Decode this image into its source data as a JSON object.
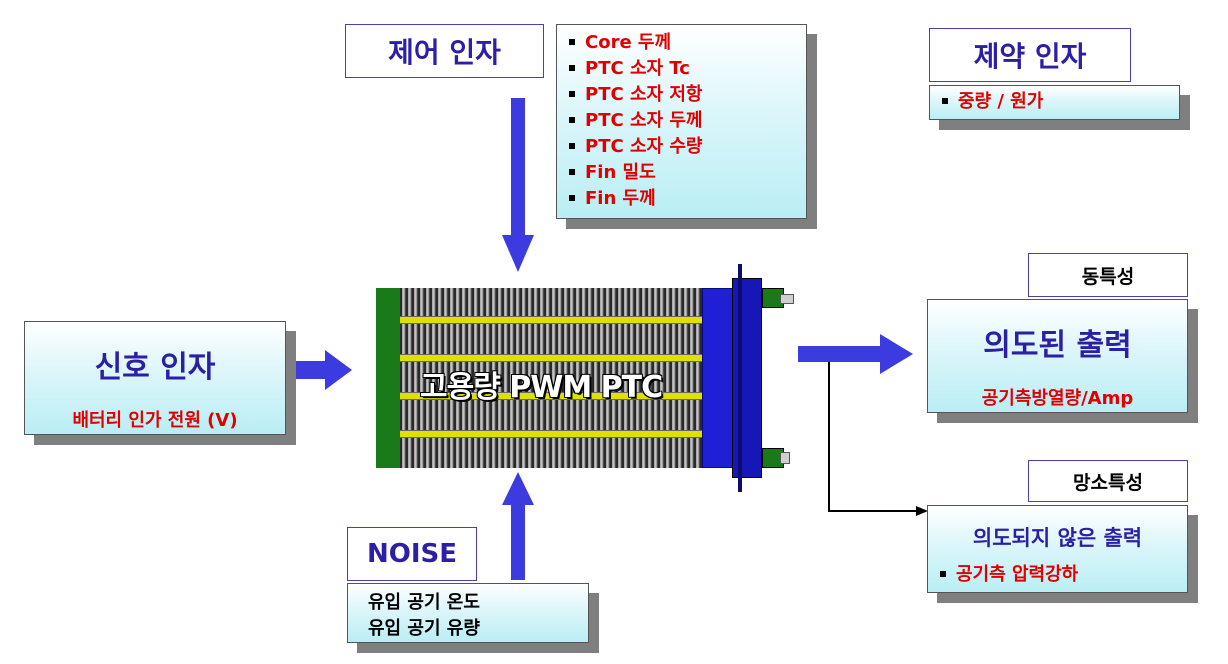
{
  "control": {
    "title": "제어 인자",
    "items": [
      "Core 두께",
      "PTC 소자 Tc",
      "PTC 소자 저항",
      "PTC 소자 두께",
      "PTC 소자 수량",
      "Fin 밀도",
      "Fin 두께"
    ]
  },
  "constraint": {
    "title": "제약 인자",
    "items": [
      "중량 / 원가"
    ]
  },
  "signal": {
    "title": "신호 인자",
    "subtitle": "배터리 인가 전원 (V)"
  },
  "heater": {
    "label": "고용량 PWM PTC"
  },
  "noise": {
    "title": "NOISE",
    "items": [
      "유입 공기 온도",
      "유입 공기 유량"
    ]
  },
  "dynamic": {
    "label": "동특성",
    "title": "의도된 출력",
    "subtitle": "공기측방열량/Amp"
  },
  "waste": {
    "label": "망소특성",
    "title": "의도되지 않은 출력",
    "items": [
      "공기측 압력강하"
    ]
  },
  "colors": {
    "arrow": "#3b3be0",
    "title_text": "#2b1fa6",
    "red_text": "#e00000",
    "heater_block": "#1f1fd6",
    "heater_frame": "#1a7a1a",
    "bar": "#e0e000"
  }
}
